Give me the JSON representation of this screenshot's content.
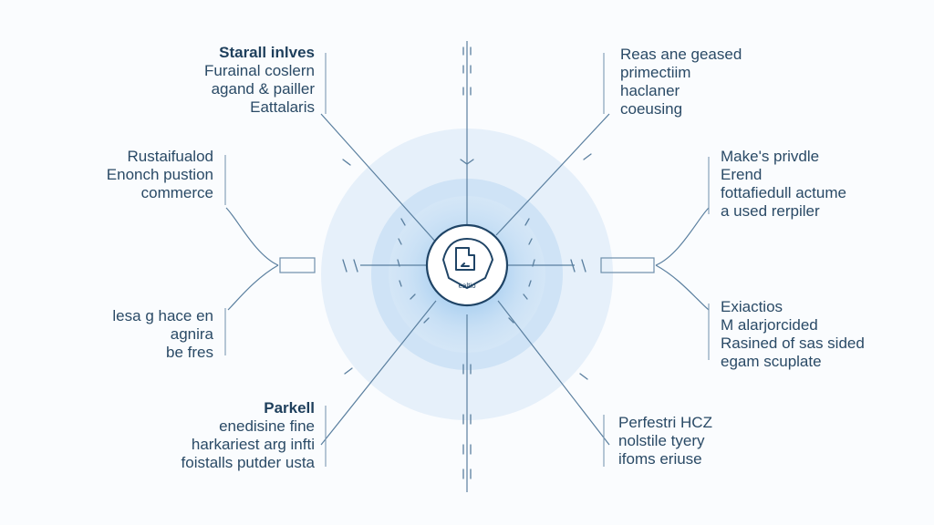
{
  "hub": {
    "icon": "shield-hand-icon",
    "label": "ealtio"
  },
  "colors": {
    "line": "#5a7f9f",
    "text": "#2a4a66",
    "glow": "#3a8fd8",
    "hub_border": "#1f4466"
  },
  "blocks": {
    "top_left": {
      "lines": [
        "Starall inlves",
        "Furainal coslern",
        "agand & pailler",
        "Eattalaris"
      ],
      "bold_first": true
    },
    "top_right": {
      "lines": [
        "Reas ane geased",
        "primectiim",
        "haclaner",
        "coeusing"
      ]
    },
    "mid_left": {
      "lines": [
        "Rustaifualod",
        "Enonch pustion",
        "commerce"
      ]
    },
    "mid_right": {
      "lines": [
        "Make's privdle",
        "Erend",
        "fottafiedull actume",
        "a used rerpiler"
      ]
    },
    "low_left": {
      "lines": [
        "lesa g hace en",
        "agnira",
        "be fres"
      ]
    },
    "low_right": {
      "lines": [
        "Exiactios",
        "M alarjorcided",
        "Rasined of sas sided",
        "egam scuplate"
      ]
    },
    "bottom_left": {
      "lines": [
        "Parkell",
        "enedisine fine",
        "harkariest arg infti",
        "foistalls putder usta"
      ],
      "bold_first": true
    },
    "bottom_right": {
      "lines": [
        "Perfestri HCZ",
        "nolstile tyery",
        "ifoms eriuse"
      ]
    }
  }
}
